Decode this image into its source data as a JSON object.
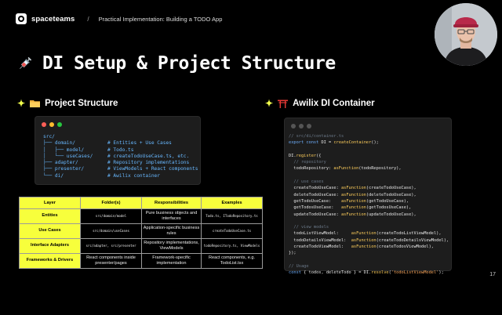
{
  "header": {
    "brand": "spaceteams",
    "separator": "/",
    "breadcrumb": "Practical Implementation: Building a TODO App"
  },
  "slide": {
    "title": "DI Setup & Project Structure",
    "title_icon": "syringe-icon",
    "page_number": "17"
  },
  "sections": {
    "project_structure": {
      "title": "Project Structure",
      "icon": "folder-icon"
    },
    "awilix": {
      "title": "Awilix DI Container",
      "icon": "torii-gate-icon"
    }
  },
  "tree_code": "src/\n├── domain/           # Entities + Use Cases\n│   ├── model/        # Todo.ts\n│   └── useCases/     # createTodoUseCase.ts, etc.\n├── adapter/          # Repository implementations\n├── presenter/        # ViewModels + React components\n└── di/               # Awilix container",
  "di_code": [
    {
      "type": "cm",
      "text": "// src/di/container.ts"
    },
    {
      "type": "code",
      "text": "export const DI = createContainer();"
    },
    {
      "type": "blank",
      "text": ""
    },
    {
      "type": "code",
      "text": "DI.register({"
    },
    {
      "type": "cm",
      "text": "  // repository"
    },
    {
      "type": "code",
      "text": "  todoRepository: asFunction(todoRepository),"
    },
    {
      "type": "blank",
      "text": ""
    },
    {
      "type": "cm",
      "text": "  // use cases"
    },
    {
      "type": "code",
      "text": "  createTodoUseCase: asFunction(createTodoUseCase),"
    },
    {
      "type": "code",
      "text": "  deleteTodoUseCase: asFunction(deleteTodoUseCase),"
    },
    {
      "type": "code",
      "text": "  getTodoUseCase:    asFunction(getTodoUseCase),"
    },
    {
      "type": "code",
      "text": "  getTodosUseCase:   asFunction(getTodosUseCase),"
    },
    {
      "type": "code",
      "text": "  updateTodoUseCase: asFunction(updateTodoUseCase),"
    },
    {
      "type": "blank",
      "text": ""
    },
    {
      "type": "cm",
      "text": "  // view models"
    },
    {
      "type": "code",
      "text": "  todoListViewModel:     asFunction(createTodoListViewModel),"
    },
    {
      "type": "code",
      "text": "  todoDetailsViewModel:  asFunction(createTodoDetailsViewModel),"
    },
    {
      "type": "code",
      "text": "  createTodoViewModel:   asFunction(createTodosViewModel),"
    },
    {
      "type": "code",
      "text": "});"
    },
    {
      "type": "blank",
      "text": ""
    },
    {
      "type": "cm",
      "text": "// Usage"
    },
    {
      "type": "code",
      "text": "const { todos, deleteTodo } = DI.resolve('todoListViewModel');"
    }
  ],
  "table": {
    "headers": [
      "Layer",
      "Folder(s)",
      "Responsibilities",
      "Examples"
    ],
    "rows": [
      {
        "layer": "Entities",
        "folder": "src/domain/model",
        "resp": "Pure business objects and interfaces",
        "examples": "Todo.ts, ITodoRepository.ts"
      },
      {
        "layer": "Use Cases",
        "folder": "src/domain/useCases",
        "resp": "Application-specific business rules",
        "examples": "createTodoUseCase.ts"
      },
      {
        "layer": "Interface Adapters",
        "folder": "src/adapter, src/presenter",
        "resp": "Repository implementations, ViewModels",
        "examples": "todoRepository.ts, ViewModels"
      },
      {
        "layer": "Frameworks & Drivers",
        "folder": "React components inside presenter/pages",
        "resp": "Framework-specific implementation",
        "examples": "React components, e.g. TodoList.tsx"
      }
    ]
  },
  "colors": {
    "accent_yellow": "#f7ff3c",
    "code_bg": "#1d1d1d",
    "dot_red": "#ff5f57",
    "dot_yellow": "#febc2e",
    "dot_green": "#28c840",
    "dot_gray": "#555555"
  }
}
